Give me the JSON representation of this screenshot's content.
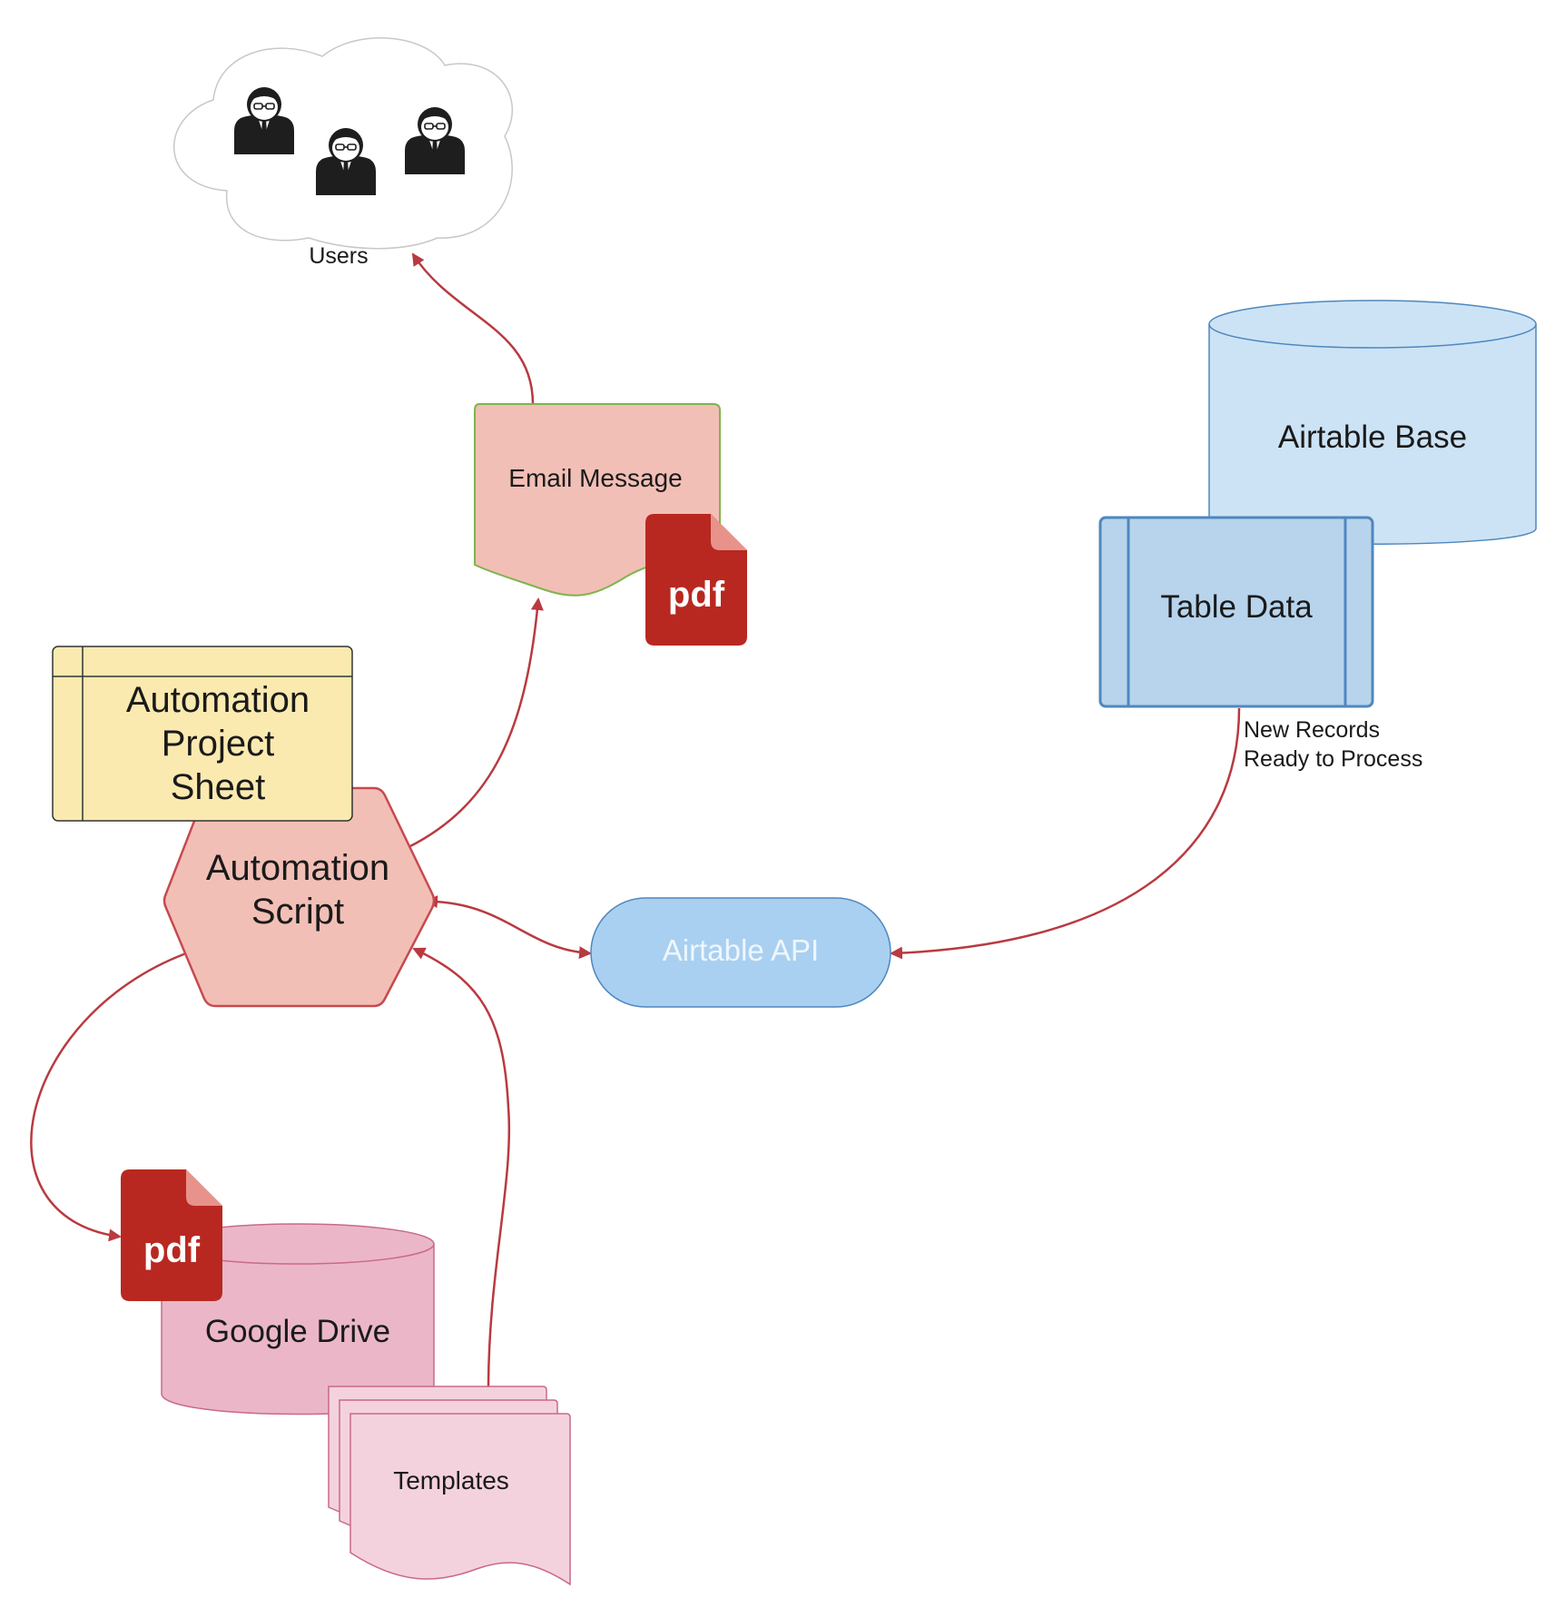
{
  "colors": {
    "arrow": "#b93a40",
    "pdf_red": "#b82820",
    "pdf_fold": "#e8928c",
    "salmon_fill": "#f2bfb6",
    "salmon_stroke": "#c64a4f",
    "email_stroke": "#7fb44f",
    "yellow_fill": "#fbeab0",
    "blue_light": "#cce3f5",
    "blue_mid": "#b7d4ec",
    "blue_stroke": "#4f87be",
    "api_fill": "#a9d0f0",
    "api_text": "#eef6fd",
    "pink_fill": "#ebb7c8",
    "pink_stroke": "#c96a86",
    "template_fill": "#f3d2de",
    "cloud_stroke": "#c8c8c8"
  },
  "nodes": {
    "users": {
      "label": "Users",
      "icon": "person-icon"
    },
    "email": {
      "label": "Email Message",
      "attachment": "pdf"
    },
    "airtable_base": {
      "label": "Airtable Base"
    },
    "table_data": {
      "label": "Table Data"
    },
    "project_sheet": {
      "lines": [
        "Automation",
        "Project",
        "Sheet"
      ]
    },
    "automation_script": {
      "lines": [
        "Automation",
        "Script"
      ]
    },
    "airtable_api": {
      "label": "Airtable API"
    },
    "google_drive": {
      "label": "Google Drive",
      "attachment": "pdf"
    },
    "templates": {
      "label": "Templates"
    }
  },
  "edges": [
    {
      "from": "email",
      "to": "users",
      "label": ""
    },
    {
      "from": "automation_script",
      "to": "email",
      "label": ""
    },
    {
      "from": "table_data",
      "to": "airtable_api",
      "lines": [
        "New Records",
        "Ready to Process"
      ]
    },
    {
      "from": "automation_script",
      "to": "airtable_api",
      "label": "",
      "bidirectional": true
    },
    {
      "from": "automation_script",
      "to": "google_drive",
      "label": ""
    },
    {
      "from": "templates",
      "to": "automation_script",
      "label": ""
    }
  ]
}
